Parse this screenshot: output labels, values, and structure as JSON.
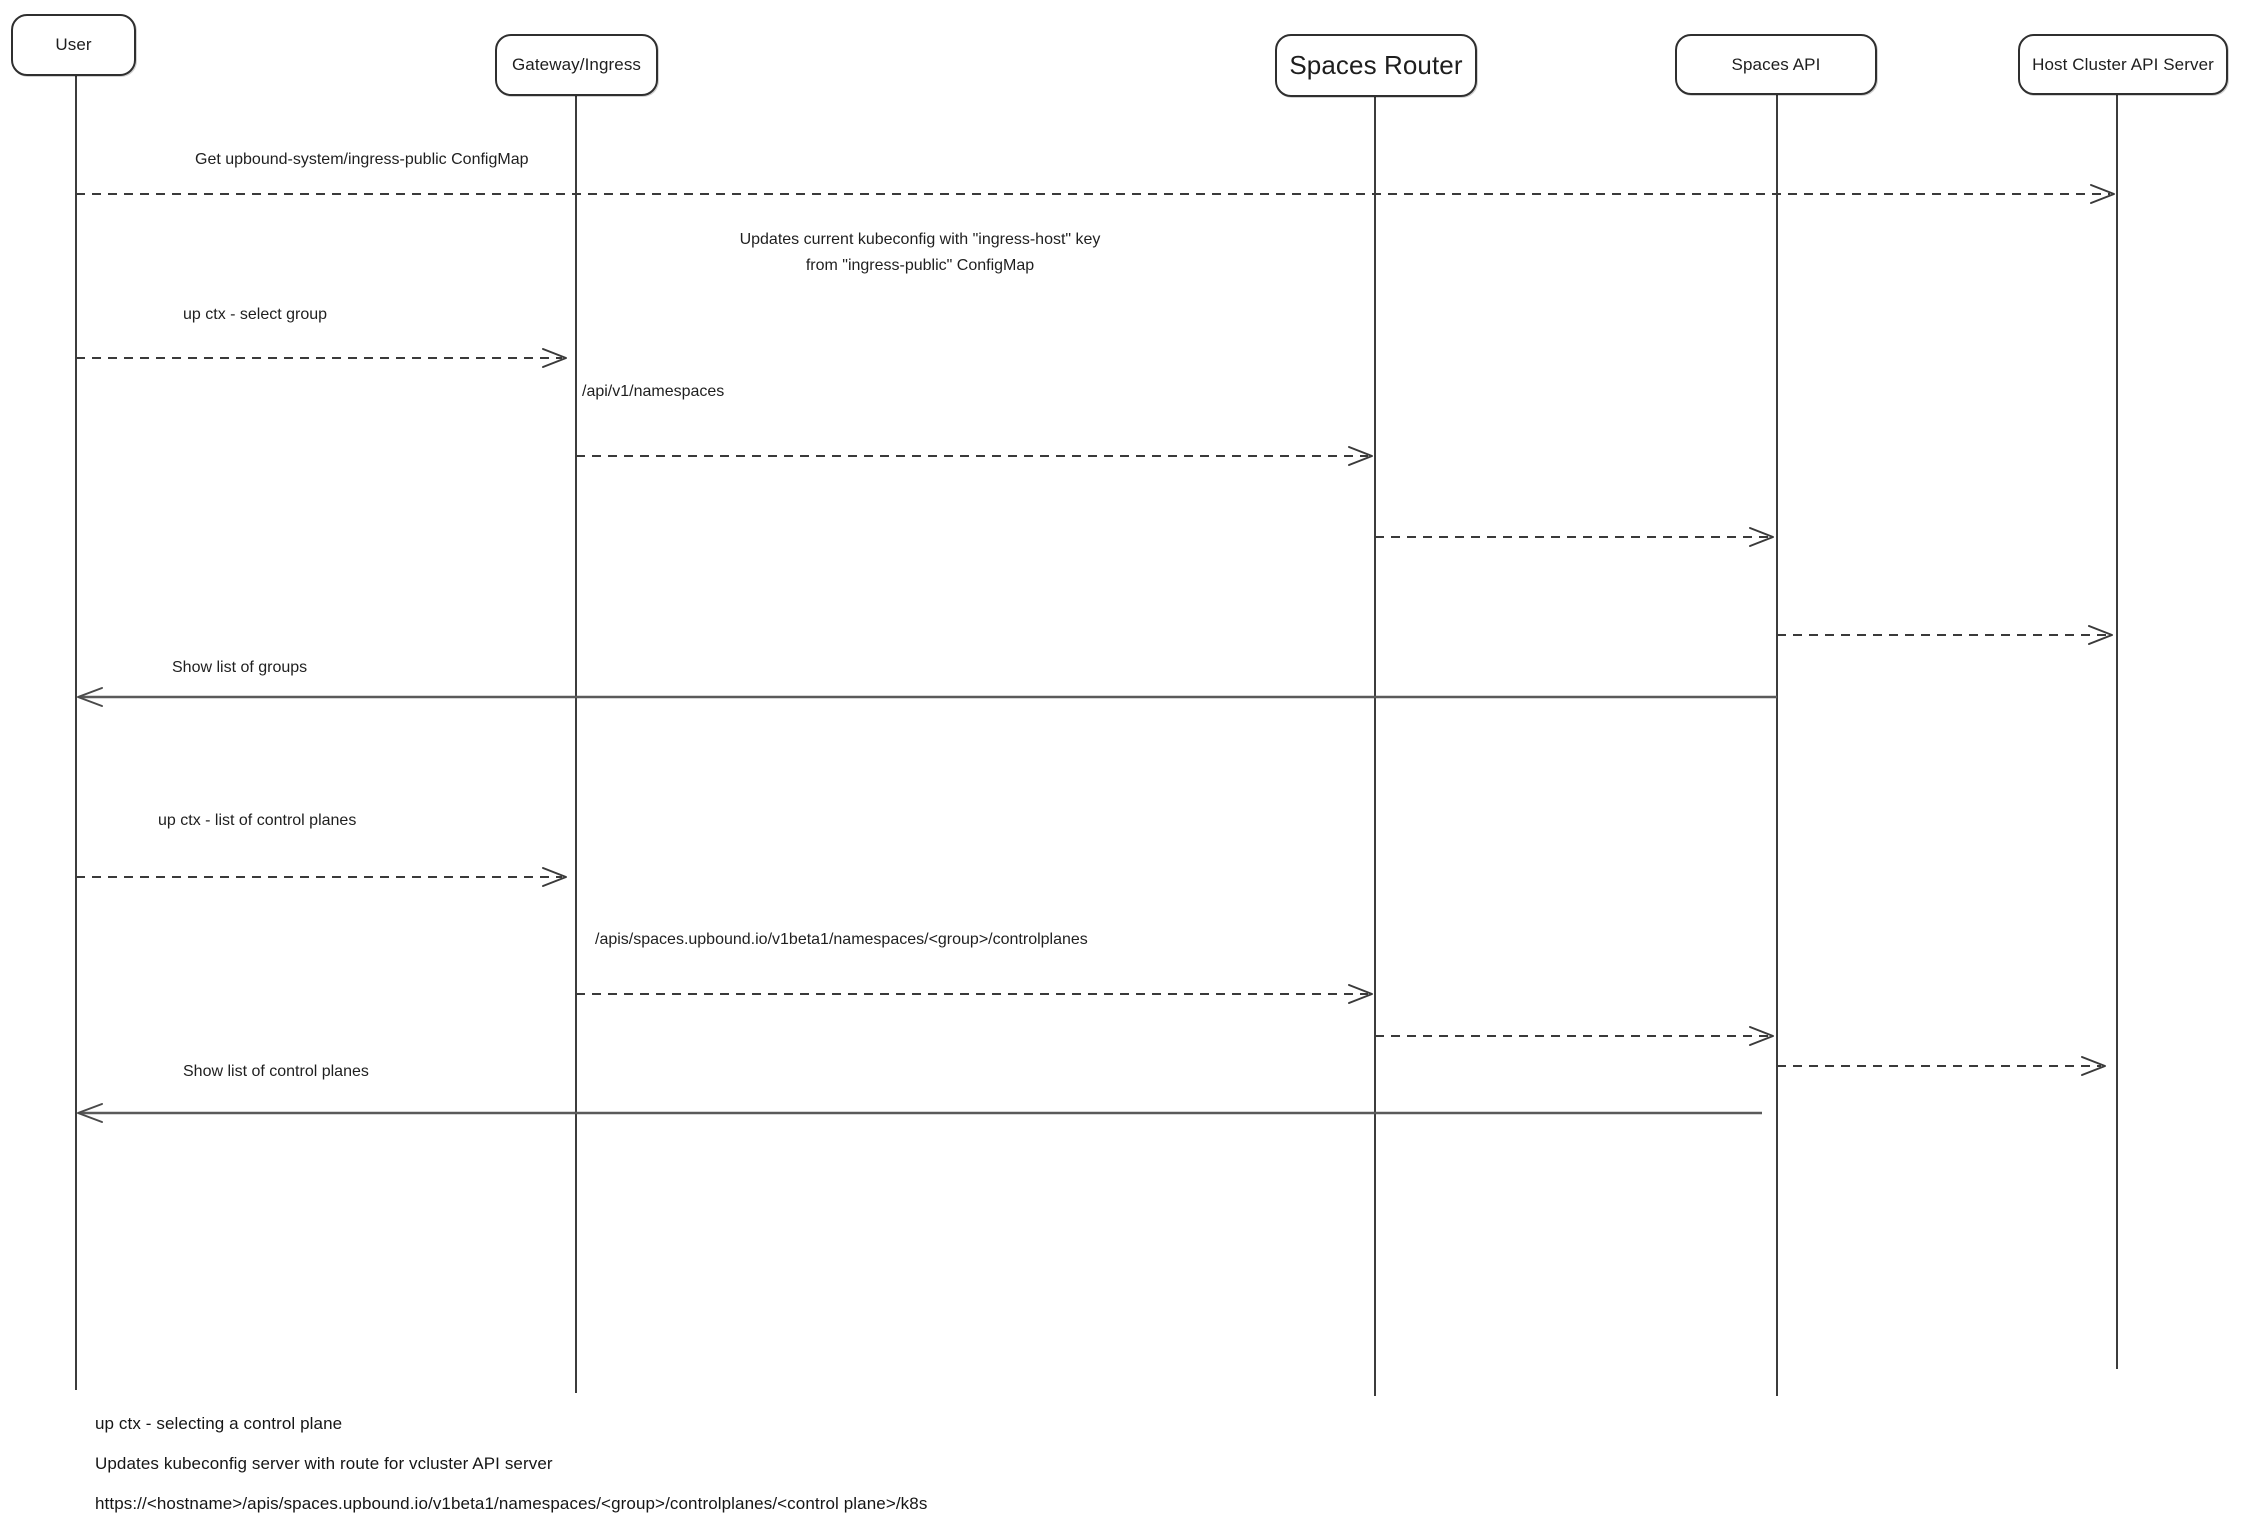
{
  "diagram_type": "sequence-diagram",
  "actors": [
    {
      "label": "User"
    },
    {
      "label": "Gateway/Ingress"
    },
    {
      "label": "Spaces Router"
    },
    {
      "label": "Spaces API"
    },
    {
      "label": "Host Cluster API Server"
    }
  ],
  "messages": [
    {
      "label": "Get upbound-system/ingress-public ConfigMap",
      "from": "User",
      "to": "Host Cluster API Server",
      "line": "dashed"
    },
    {
      "type": "note",
      "label": "Updates current kubeconfig with \"ingress-host\" key\nfrom \"ingress-public\" ConfigMap",
      "near": "Gateway/Ingress"
    },
    {
      "label": "up ctx - select group",
      "from": "User",
      "to": "Gateway/Ingress",
      "line": "dashed"
    },
    {
      "label": "/api/v1/namespaces",
      "from": "Gateway/Ingress",
      "to": "Spaces Router",
      "line": "dashed"
    },
    {
      "label": "",
      "from": "Spaces Router",
      "to": "Spaces API",
      "line": "dashed"
    },
    {
      "label": "",
      "from": "Spaces API",
      "to": "Host Cluster API Server",
      "line": "dashed"
    },
    {
      "label": "Show list of groups",
      "from": "Spaces API",
      "to": "User",
      "line": "solid"
    },
    {
      "label": "up ctx - list of control planes",
      "from": "User",
      "to": "Gateway/Ingress",
      "line": "dashed"
    },
    {
      "label": "/apis/spaces.upbound.io/v1beta1/namespaces/<group>/controlplanes",
      "from": "Gateway/Ingress",
      "to": "Spaces Router",
      "line": "dashed"
    },
    {
      "label": "",
      "from": "Spaces Router",
      "to": "Spaces API",
      "line": "dashed"
    },
    {
      "label": "",
      "from": "Spaces API",
      "to": "Host Cluster API Server",
      "line": "dashed"
    },
    {
      "label": "Show list of control planes",
      "from": "Spaces API",
      "to": "User",
      "line": "solid"
    }
  ],
  "footnotes": [
    "up ctx - selecting a control plane",
    "Updates kubeconfig server with route for vcluster API server",
    "https://<hostname>/apis/spaces.upbound.io/v1beta1/namespaces/<group>/controlplanes/<control plane>/k8s"
  ],
  "colors": {
    "background": "#ffffff",
    "stroke": "#343434",
    "text": "#1e1e1e",
    "solid_arrow": "#5a5a5a"
  }
}
